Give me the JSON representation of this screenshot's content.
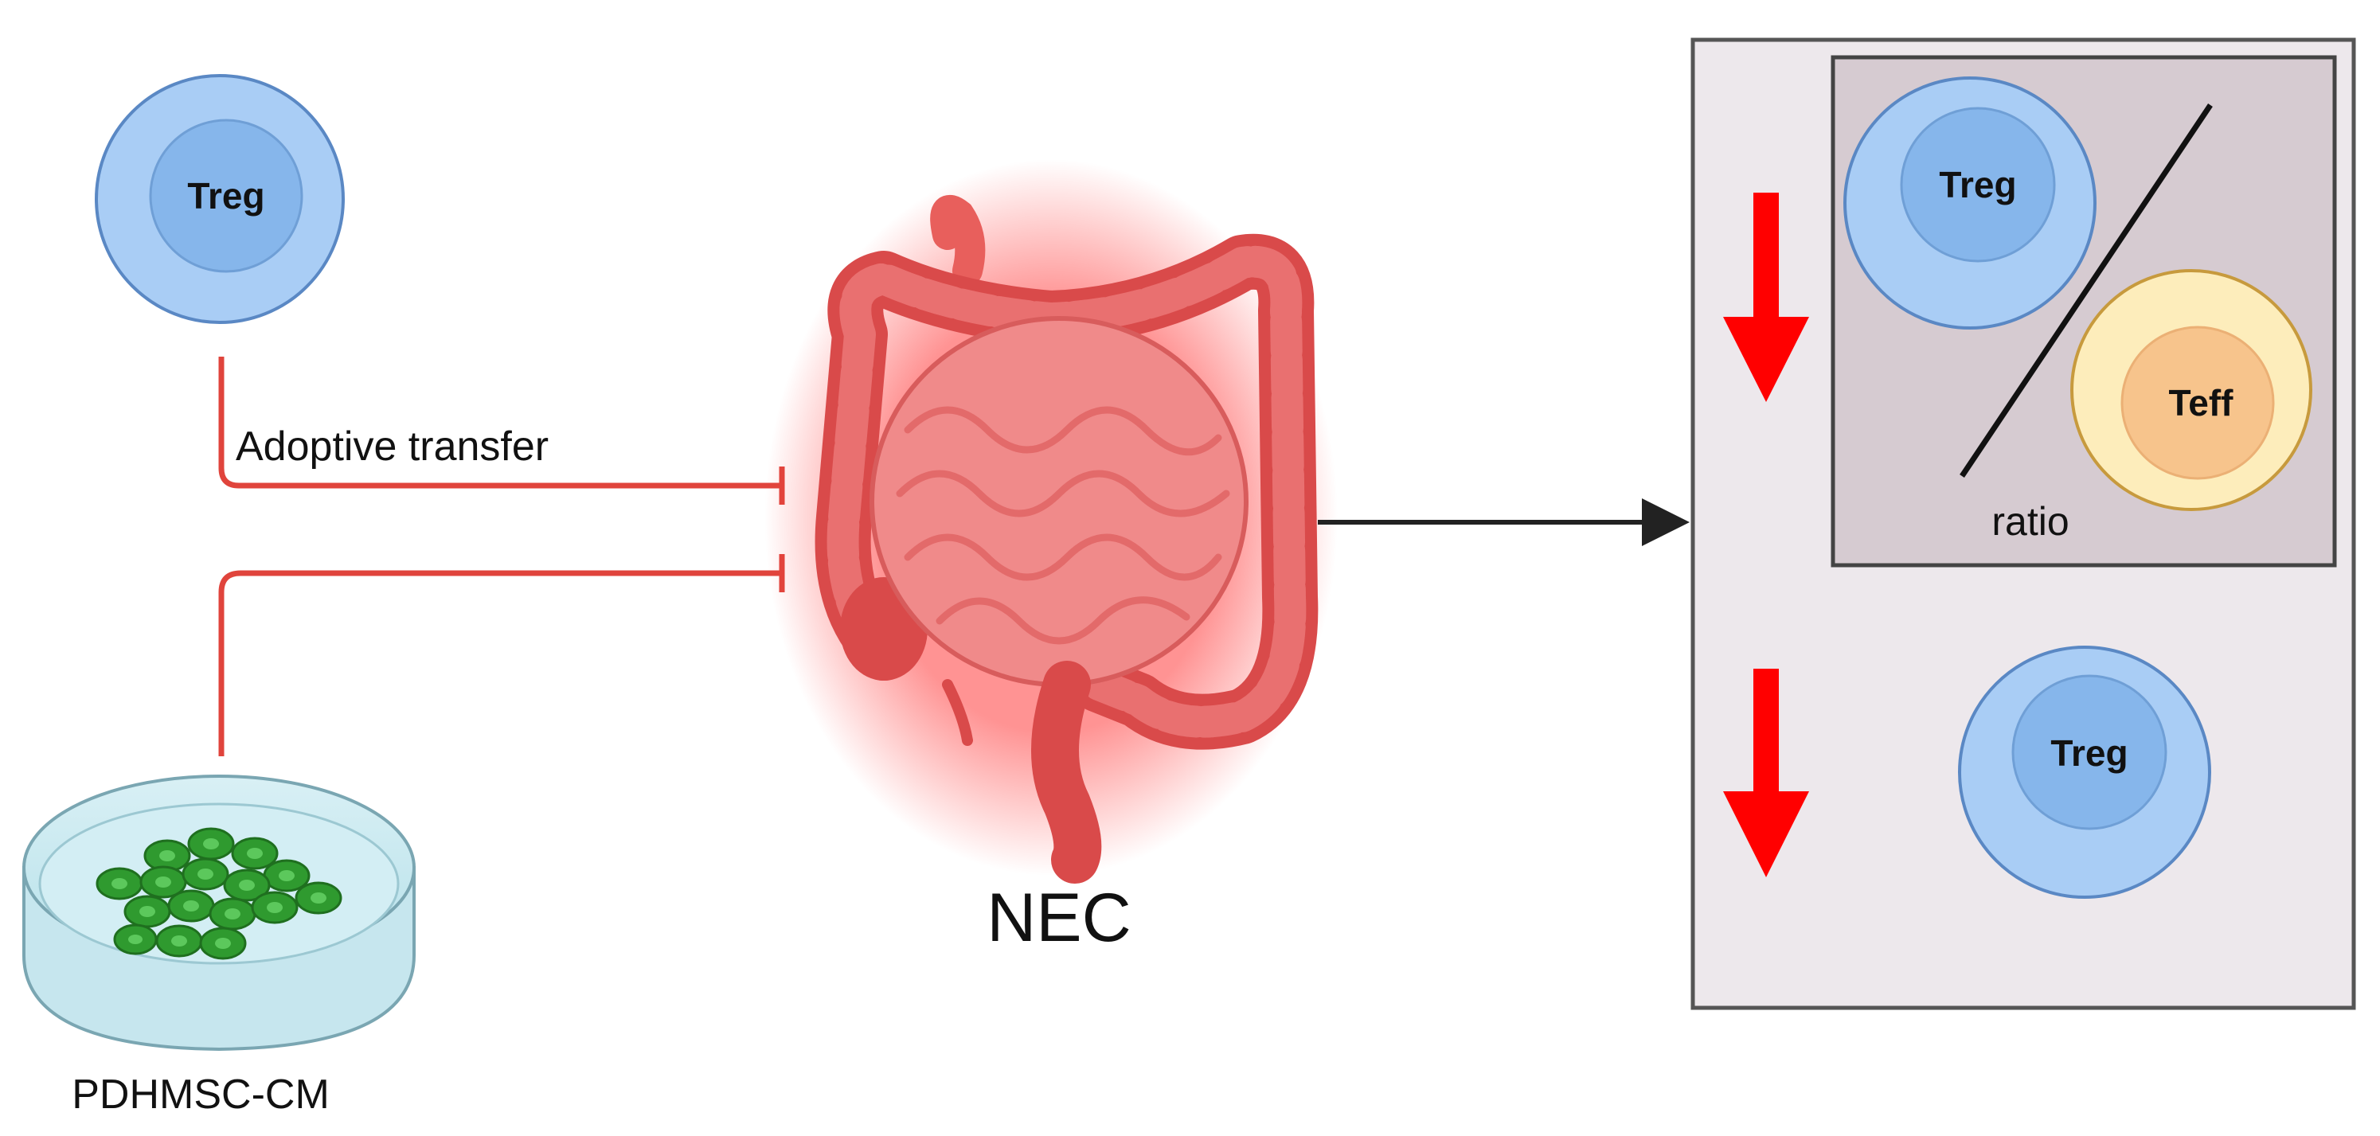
{
  "labels": {
    "treg": "Treg",
    "teff": "Teff",
    "adoptive_transfer": "Adoptive transfer",
    "pdhmsc_cm": "PDHMSC-CM",
    "nec": "NEC",
    "ratio": "ratio"
  },
  "colors": {
    "inhibit_line": "#e0443c",
    "down_arrow": "#ff0000",
    "treg_outer": "#a9cdf5",
    "treg_inner": "#86b6eb",
    "teff_outer": "#fdedbb",
    "teff_inner": "#f7c48c",
    "panel_bg": "#ede8ec",
    "inner_panel_bg": "#d6cbd1",
    "intestine": "#e85f5c",
    "cells": "#2f9a2f"
  }
}
